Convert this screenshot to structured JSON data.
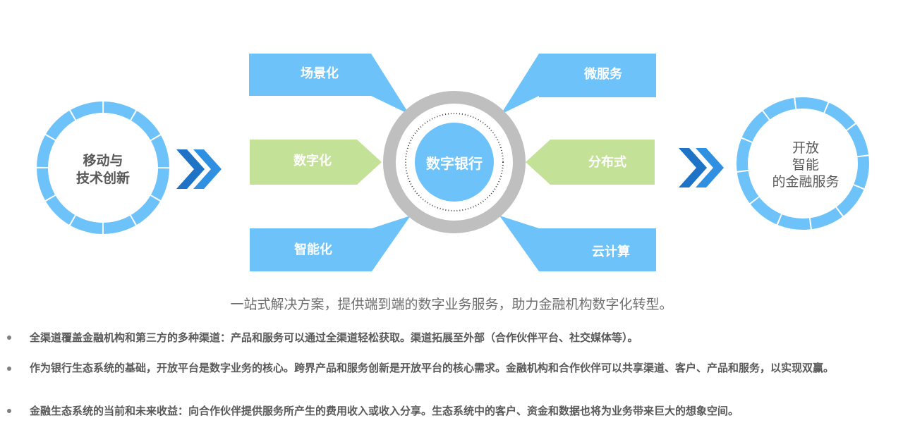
{
  "left_circle": {
    "line1": "移动与",
    "line2": "技术创新"
  },
  "right_circle": {
    "line1": "开放",
    "line2": "智能",
    "line3": "的金融服务"
  },
  "center": {
    "label": "数字银行"
  },
  "boxes": {
    "top_left": "场景化",
    "mid_left": "数字化",
    "bottom_left": "智能化",
    "top_right": "微服务",
    "mid_right": "分布式",
    "bottom_right": "云计算"
  },
  "tagline": "一站式解决方案，提供端到端的数字业务服务，助力金融机构数字化转型。",
  "bullets": [
    "全渠道覆盖金融机构和第三方的多种渠道：产品和服务可以通过全渠道轻松获取。渠道拓展至外部（合作伙伴平台、社交媒体等）。",
    "作为银行生态系统的基础，开放平台是数字业务的核心。跨界产品和服务创新是开放平台的核心需求。金融机构和合作伙伴可以共享渠道、客户、产品和服务，以实现双赢。",
    "金融生态系统的当前和未来收益：向合作伙伴提供服务所产生的费用收入或收入分享。生态系统中的客户、资金和数据也将为业务带来巨大的想象空间。"
  ],
  "colors": {
    "light_blue": "#6dc3f9",
    "green": "#c3e197",
    "gray_ring": "#bfbfbf",
    "dark_blue": "#1f73c6",
    "chevron_light": "#2f8fe0"
  }
}
